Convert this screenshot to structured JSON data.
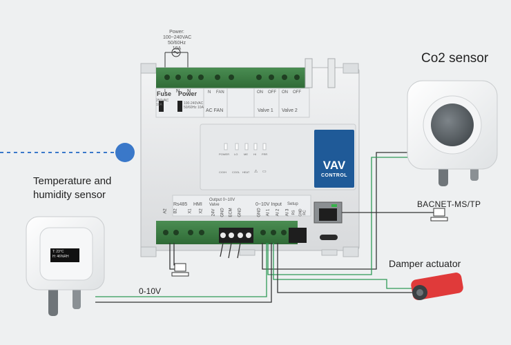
{
  "labels": {
    "co2_sensor": "Co2 sensor",
    "temp_humidity_sensor_line1": "Temperature and",
    "temp_humidity_sensor_line2": "humidity sensor",
    "bacnet": "BACNET-MS/TP",
    "damper_actuator": "Damper actuator",
    "signal_0_10v": "0-10V"
  },
  "power_spec": {
    "title": "Power:",
    "voltage": "100~240VAC",
    "frequency": "50/60Hz  10A"
  },
  "fuse": {
    "label": "Fuse",
    "rating_line1": "250VAC",
    "rating_line2": "10A"
  },
  "power_switch": {
    "label": "Power",
    "rating_line1": "100-240VAC",
    "rating_line2": "50/60Hz 10A"
  },
  "top_terminals": {
    "power_pins": [
      "L",
      "N",
      "N"
    ],
    "ac_fan_pins": [
      "N",
      "FAN"
    ],
    "ac_fan_label": "AC FAN",
    "valve1_pins": [
      "ON",
      "OFF"
    ],
    "valve1_label": "Valve 1",
    "valve2_pins": [
      "ON",
      "OFF"
    ],
    "valve2_label": "Valve 2"
  },
  "leds_top": [
    "POWER",
    "LO",
    "ME",
    "HI",
    "FRR"
  ],
  "leds_bottom": [
    "C/O/H",
    "COOL",
    "HEAT",
    "⚠",
    "▭"
  ],
  "badge": {
    "title": "VAV",
    "subtitle": "CONTROL"
  },
  "bottom_groups": {
    "rs485": "Rs485",
    "hmi": "HMI",
    "output": "Output 0~10V Valve",
    "input": "0~10V Input",
    "setup": "Setup",
    "rs485_pins": [
      "A2",
      "B2"
    ],
    "hmi_pins": [
      "X1",
      "X2"
    ],
    "output_pins": [
      "24V",
      "GND",
      "ECM",
      "GND"
    ],
    "input_pins": [
      "GND",
      "AI 1",
      "AI 2",
      "AI 3"
    ],
    "setup_pins": [
      "RS",
      "GND",
      "RC"
    ]
  },
  "sensor_display": {
    "temperature": "T: 23°C",
    "humidity": "H: 46%RH"
  },
  "colors": {
    "terminal_green": "#3f7f45",
    "badge_blue": "#1f5a98",
    "dashed_blue": "#3a78c9",
    "wire_green": "#2e9a57",
    "wire_dark": "#333333",
    "damper_red": "#e03a3a"
  }
}
